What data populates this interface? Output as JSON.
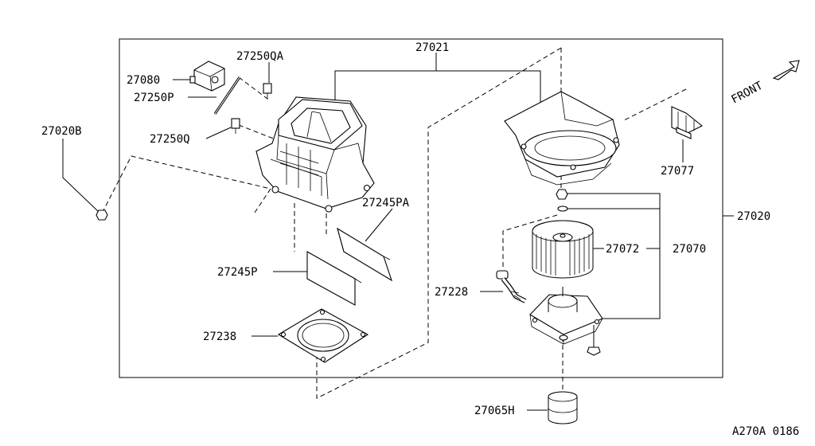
{
  "diagram": {
    "frame": {
      "tl": [
        150,
        49
      ],
      "br": [
        908,
        474
      ]
    },
    "labels": {
      "p27021": "27021",
      "p27250QA": "27250QA",
      "p27080": "27080",
      "p27250P": "27250P",
      "p27250Q": "27250Q",
      "p27020B": "27020B",
      "p27245PA": "27245PA",
      "p27245P": "27245P",
      "p27238": "27238",
      "p27077": "27077",
      "p27020": "27020",
      "p27072": "27072",
      "p27070": "27070",
      "p27228": "27228",
      "p27065H": "27065H",
      "front": "FRONT",
      "ref": "A270A 0186"
    }
  }
}
